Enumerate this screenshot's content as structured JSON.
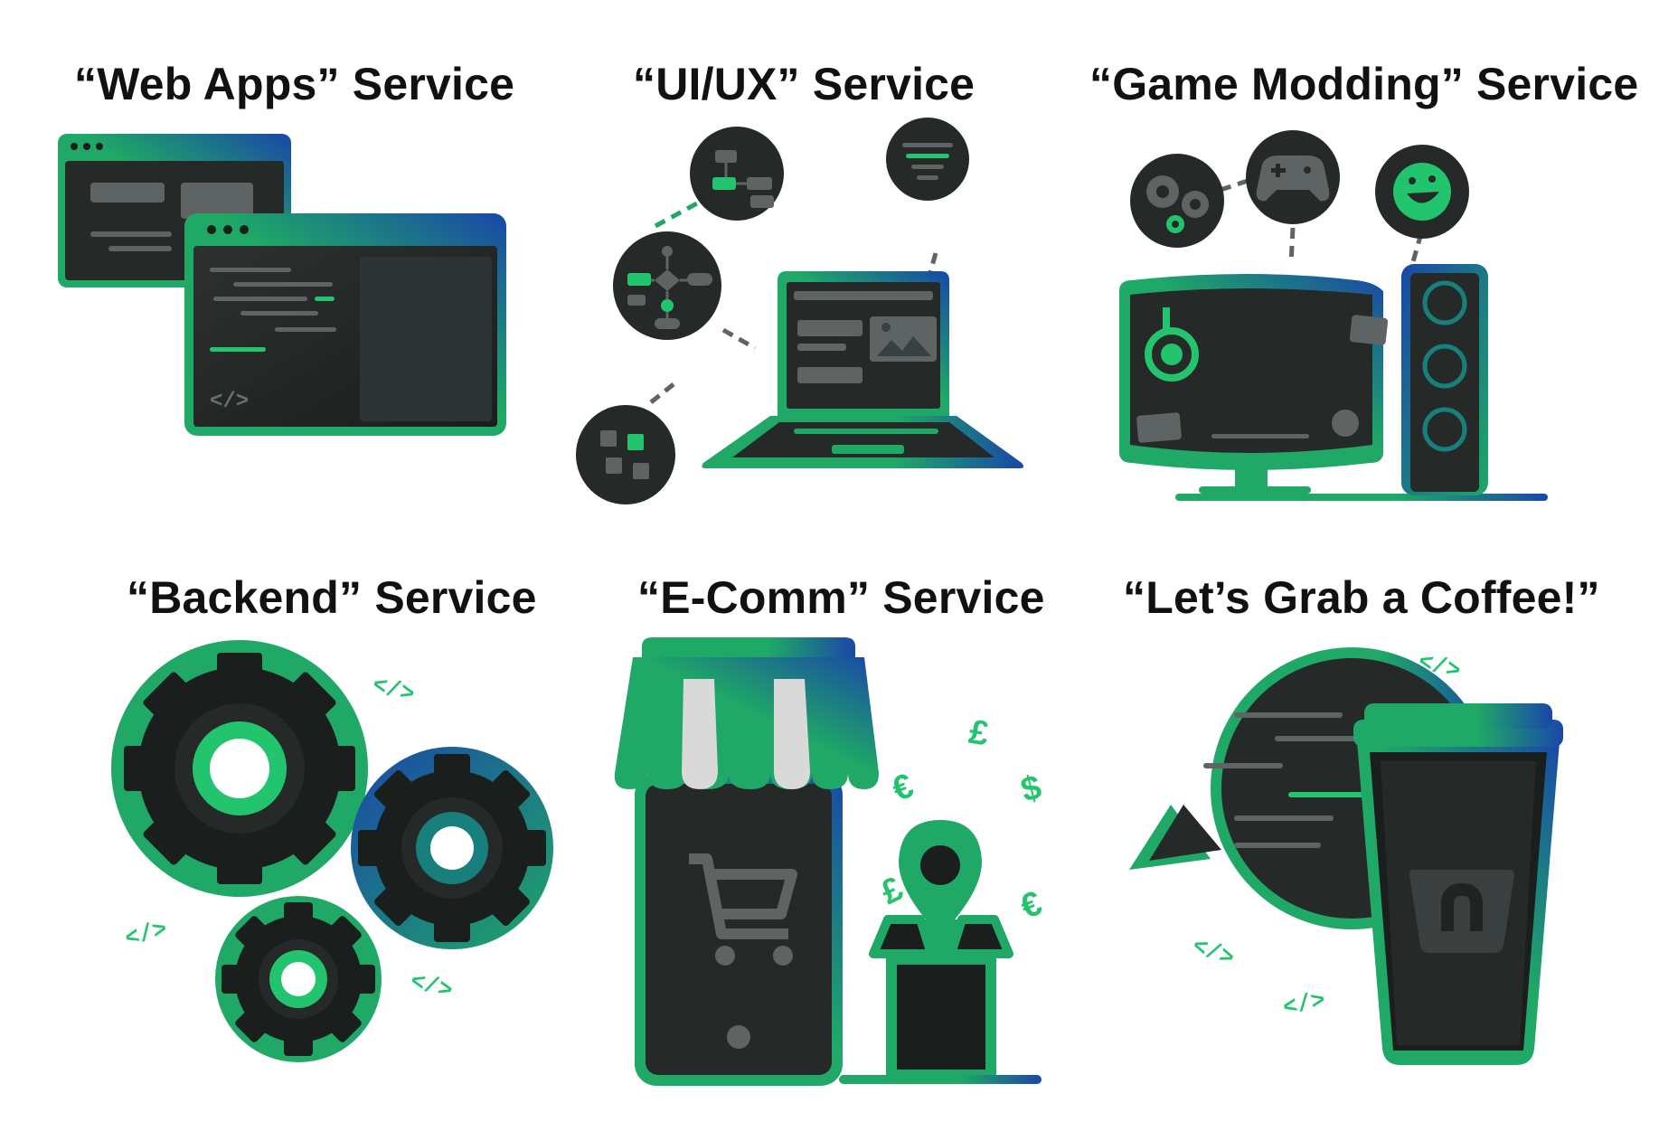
{
  "colors": {
    "green": "#1FA866",
    "green_bright": "#22C46E",
    "blue": "#1A47A8",
    "teal": "#18807C",
    "dark": "#252A29",
    "darker": "#1A1E1D",
    "gray": "#5E6363",
    "light_gray": "#D9D9D9"
  },
  "services": [
    {
      "title": "“Web Apps” Service",
      "icon": "browser-windows-icon"
    },
    {
      "title": "“UI/UX” Service",
      "icon": "laptop-wireframe-icon"
    },
    {
      "title": "“Game Modding” Service",
      "icon": "gaming-pc-icon"
    },
    {
      "title": "“Backend” Service",
      "icon": "gears-icon"
    },
    {
      "title": "“E-Comm” Service",
      "icon": "storefront-icon"
    },
    {
      "title": "“Let’s Grab a Coffee!”",
      "icon": "coffee-cup-chat-icon"
    }
  ],
  "ecomm": {
    "currency_symbols": [
      "£",
      "€",
      "$",
      "£",
      "€"
    ]
  }
}
